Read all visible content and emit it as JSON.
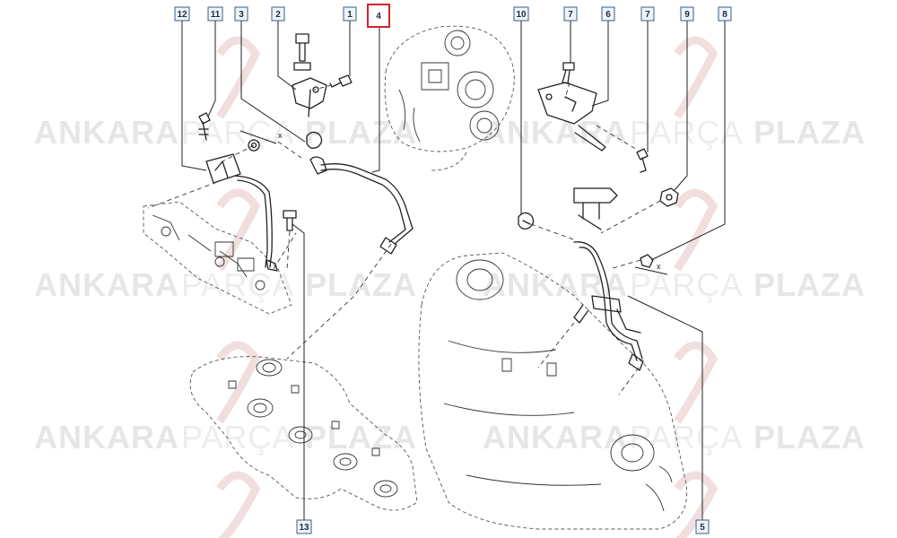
{
  "watermark": {
    "word1": "ANKARA",
    "word2": "PARÇA",
    "word3": "PLAZA"
  },
  "callouts": [
    {
      "id": "c12",
      "label": "12"
    },
    {
      "id": "c11",
      "label": "11"
    },
    {
      "id": "c3",
      "label": "3"
    },
    {
      "id": "c2",
      "label": "2"
    },
    {
      "id": "c1",
      "label": "1"
    },
    {
      "id": "c4",
      "label": "4",
      "highlighted": true
    },
    {
      "id": "c10",
      "label": "10"
    },
    {
      "id": "c7a",
      "label": "7"
    },
    {
      "id": "c6",
      "label": "6"
    },
    {
      "id": "c7b",
      "label": "7"
    },
    {
      "id": "c9",
      "label": "9"
    },
    {
      "id": "c8",
      "label": "8"
    },
    {
      "id": "c13",
      "label": "13"
    },
    {
      "id": "c5",
      "label": "5"
    }
  ],
  "direction_marks": {
    "left": "x",
    "right": "x"
  },
  "colors": {
    "highlight": "#d2232a",
    "callout_border": "#3b5d86",
    "watermark": "#e6e6e6"
  }
}
